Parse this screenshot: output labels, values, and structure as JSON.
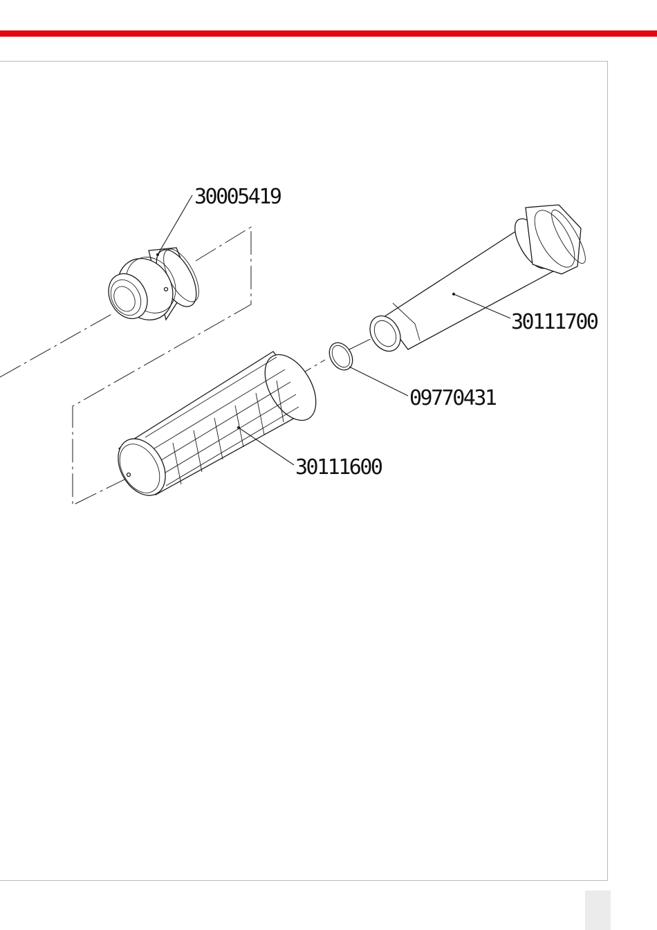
{
  "colors": {
    "accent_bar": "#e30613",
    "frame_border": "#b9b9b9",
    "page_tab": "#ebebeb",
    "line_art": "#1a1a1a"
  },
  "labels": {
    "part_30005419": "30005419",
    "part_30111700": "30111700",
    "part_09770431": "09770431",
    "part_30111600": "30111600"
  }
}
